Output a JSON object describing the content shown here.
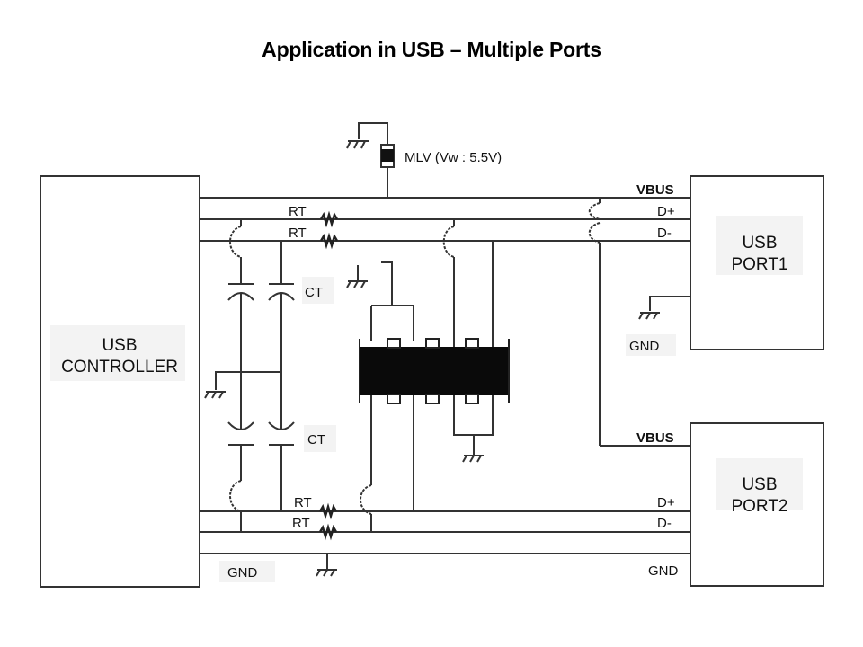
{
  "title": "Application in USB – Multiple Ports",
  "components": {
    "controller": {
      "line1": "USB",
      "line2": "CONTROLLER"
    },
    "port1": {
      "line1": "USB",
      "line2": "PORT1"
    },
    "port2": {
      "line1": "USB",
      "line2": "PORT2"
    },
    "mlv": {
      "label": "MLV (Vw : 5.5V)"
    },
    "rt_labels": [
      "RT",
      "RT",
      "RT",
      "RT"
    ],
    "ct_labels": [
      "CT",
      "CT"
    ]
  },
  "signals": {
    "vbus1": "VBUS",
    "dplus1": "D+",
    "dminus1": "D-",
    "gnd1": "GND",
    "vbus2": "VBUS",
    "dplus2": "D+",
    "dminus2": "D-",
    "gnd2": "GND",
    "gnd_controller": "GND"
  }
}
